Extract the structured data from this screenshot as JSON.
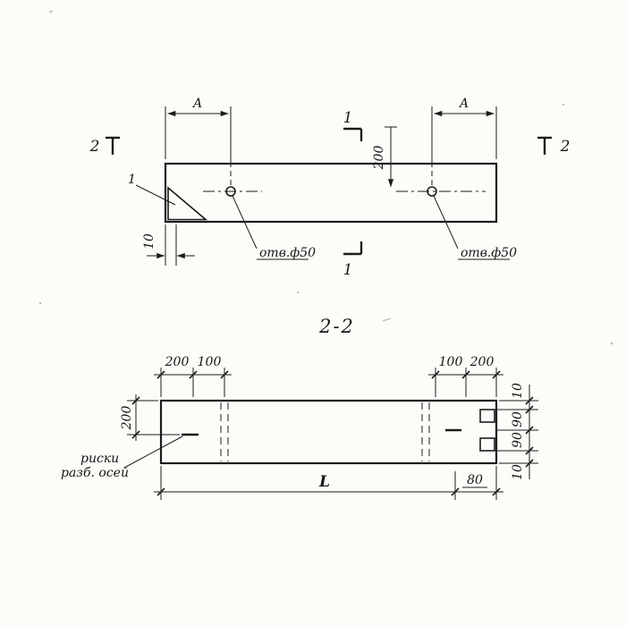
{
  "colors": {
    "background": "#fcfcf8",
    "line": "#1c1c1c"
  },
  "section_title": "2-2",
  "plan": {
    "dim_a_left": "A",
    "dim_a_right": "A",
    "section1_top": "1",
    "section1_bottom": "1",
    "section2_left": "2",
    "section2_right": "2",
    "detail_callout": "1",
    "dim_200": "200",
    "dim_10": "10",
    "hole_left_label": "отв.ф50",
    "hole_right_label": "отв.ф50"
  },
  "section": {
    "dim_top_left_200": "200",
    "dim_top_left_100": "100",
    "dim_top_right_100": "100",
    "dim_top_right_200": "200",
    "dim_side_200": "200",
    "dim_right_10_top": "10",
    "dim_right_90_upper": "90",
    "dim_right_90_lower": "90",
    "dim_right_10_bottom": "10",
    "dim_length": "L",
    "dim_80": "80",
    "axis_label_line1": "риски",
    "axis_label_line2": "разб. осей"
  }
}
